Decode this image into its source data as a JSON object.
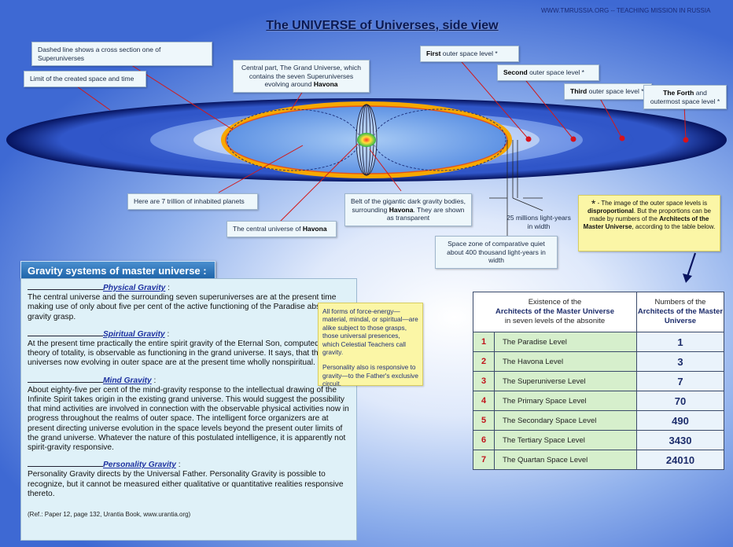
{
  "site_label": "WWW.TMRUSSIA.ORG -- TEACHING MISSION IN RUSSIA",
  "title": "The UNIVERSE of Universes, side view",
  "callouts": {
    "dashed_line": "Dashed line shows a cross section one of Superuniverses",
    "limit": "Limit of the created space and time",
    "central_part": "Central part, The Grand Universe, which contains the seven Superuniverses evolving around",
    "central_part_bold": "Havona",
    "level1_bold": "First",
    "level1": " outer space level *",
    "level2_bold": "Second",
    "level2": " outer space level *",
    "level3_bold": "Third",
    "level3": " outer space level *",
    "level4_bold": "The Forth",
    "level4": " and outermost space level *",
    "inhabited": "Here are 7 trillion of inhabited planets",
    "belt": "Belt of the gigantic dark gravity bodies, surrounding",
    "belt_bold": "Havona",
    "belt_tail": ". They are shown as transparent",
    "central_universe": "The central universe of",
    "central_universe_bold": "Havona",
    "width_25": "25 millions light-years in width",
    "quiet_zone": "Space zone of comparative quiet about 400 thousand light-years in width"
  },
  "star_note": {
    "star": "*",
    "p1": " - The image of the outer space levels is ",
    "p1_bold": "disproportional",
    "p2": ". But the proportions can be made by numbers of the ",
    "p2_bold": "Architects of the Master Universe",
    "p3": ", according to the table below."
  },
  "gravity": {
    "title": "Gravity  systems of master universe :",
    "sections": [
      {
        "name": "Physical Gravity",
        "text": "The central universe and the surrounding seven superuniverses are at the present time making use of only about five per cent of the active functioning  of the Paradise absolute-gravity grasp."
      },
      {
        "name": "Spiritual Gravity",
        "text": "At the present time practically the entire spirit gravity of the Eternal Son, computed on this theory of totality, is observable as functioning in the grand universe. It says, that the universes now evolving in outer space are at the present time wholly nonspiritual."
      },
      {
        "name": "Mind Gravity",
        "text": "About eighty-five per cent of the mind-gravity response to the intellectual drawing of the Infinite Spirit takes origin in the existing grand universe. This would suggest the possibility that mind activities are involved in connection with the observable physical activities now in progress throughout the realms of outer space. The intelligent force organizers are at present directing universe evolution in the space levels beyond the present outer limits of the grand universe. Whatever the nature of this postulated intelligence, it is apparently not spirit-gravity responsive."
      },
      {
        "name": "Personality Gravity",
        "text": "Personality Gravity directs by the Universal Father. Personality Gravity is possible to recognize, but it cannot be measured either qualitative or quantitative realities responsive thereto."
      }
    ],
    "reference": "(Ref.: Paper 12, page 132, Urantia Book, www.urantia.org)"
  },
  "force_note": {
    "p1": "All forms of force-energy—material, mindal, or spiritual—are alike subject to those grasps, those universal presences, which Celestial Teachers call gravity.",
    "p2": "Personality also is responsive to gravity—to the Father's exclusive circuit."
  },
  "table": {
    "header_left_1": "Existence of the",
    "header_left_bold": "Architects of the Master Universe",
    "header_left_2": "in seven levels of the absonite",
    "header_right_1": "Numbers of the",
    "header_right_bold": "Architects of the Master Universe",
    "rows": [
      {
        "n": "1",
        "level": "The Paradise Level",
        "value": "1"
      },
      {
        "n": "2",
        "level": "The Havona Level",
        "value": "3"
      },
      {
        "n": "3",
        "level": "The Superuniverse Level",
        "value": "7"
      },
      {
        "n": "4",
        "level": "The Primary Space Level",
        "value": "70"
      },
      {
        "n": "5",
        "level": "The Secondary Space Level",
        "value": "490"
      },
      {
        "n": "6",
        "level": "The Tertiary Space Level",
        "value": "3430"
      },
      {
        "n": "7",
        "level": "The Quartan Space Level",
        "value": "24010"
      }
    ]
  },
  "colors": {
    "level_dot": "#d8111b",
    "yellow_arc": "#f7a800",
    "orange_line": "#e2541e",
    "outer_ring": "#06135e"
  }
}
